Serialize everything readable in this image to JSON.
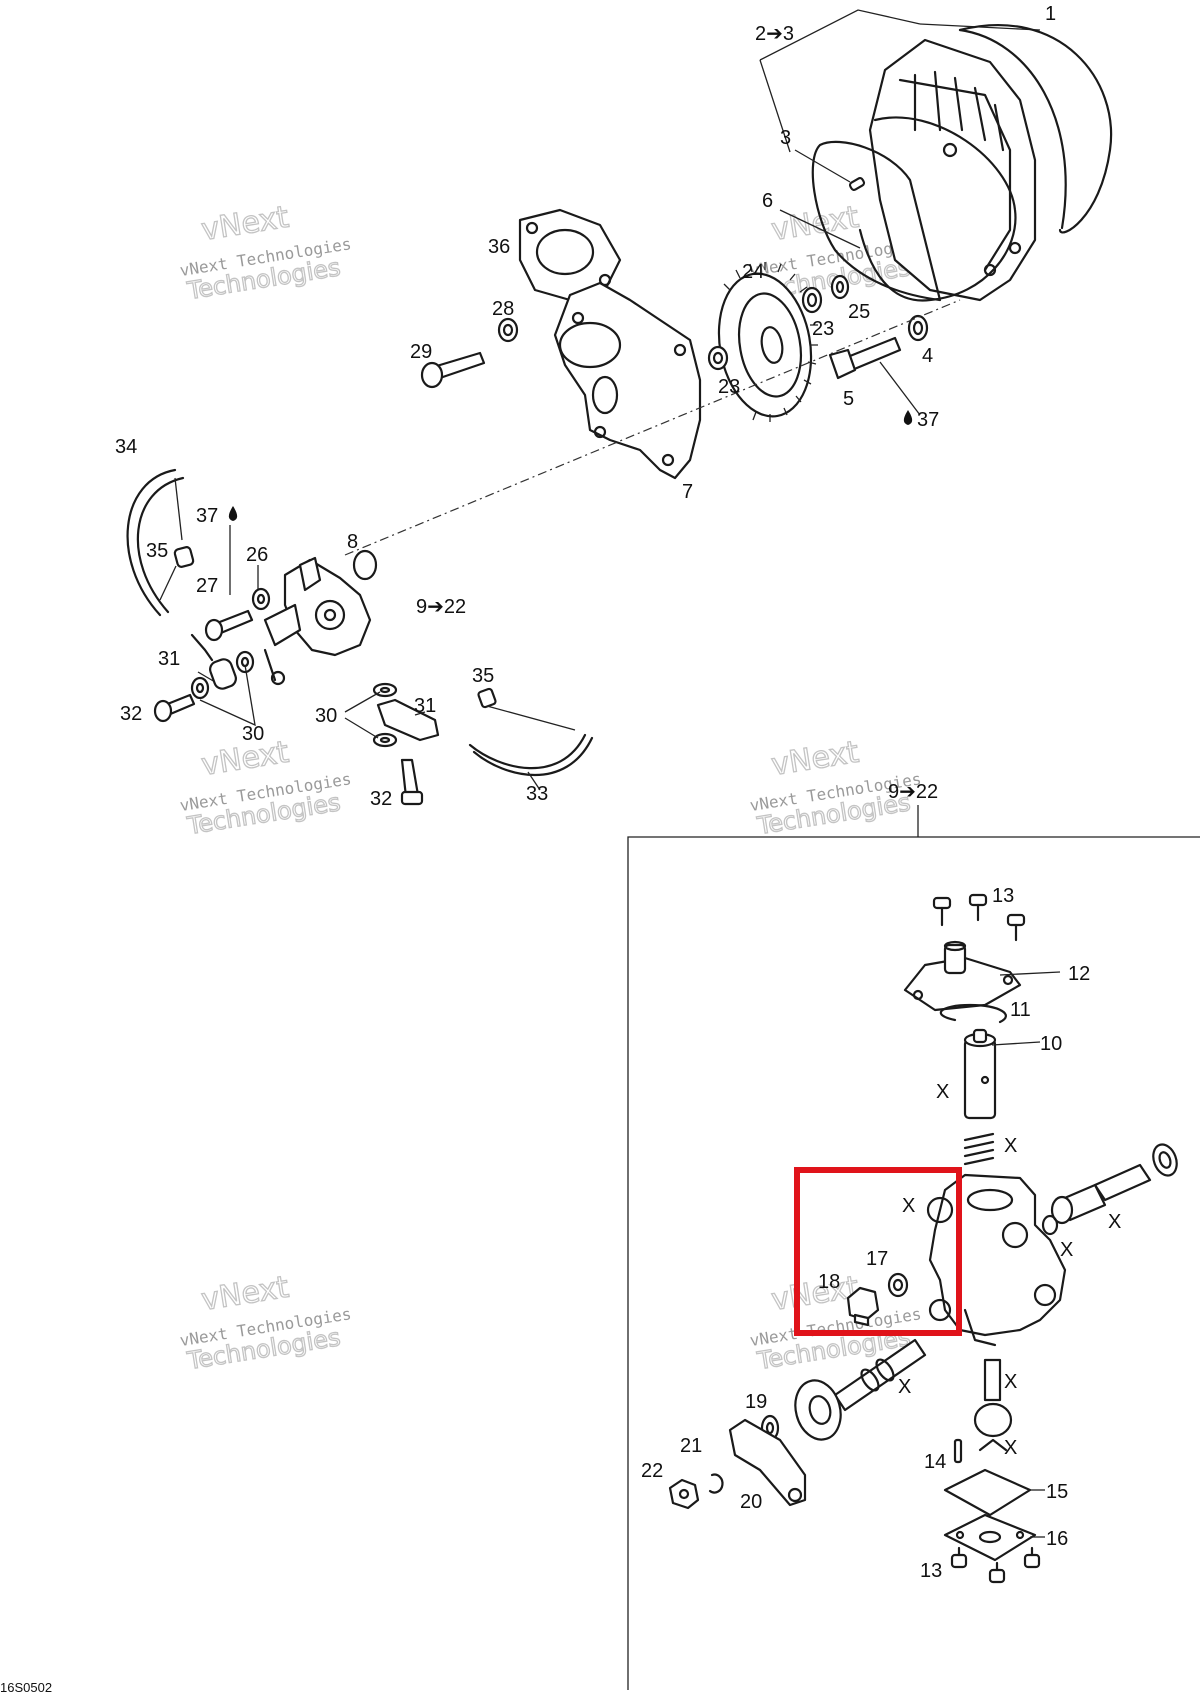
{
  "callouts": [
    {
      "id": "c1",
      "text": "1"
    },
    {
      "id": "c2",
      "text": "2➔3"
    },
    {
      "id": "c3",
      "text": "3"
    },
    {
      "id": "c6",
      "text": "6"
    },
    {
      "id": "c36",
      "text": "36"
    },
    {
      "id": "c24",
      "text": "24"
    },
    {
      "id": "c23a",
      "text": "23"
    },
    {
      "id": "c25",
      "text": "25"
    },
    {
      "id": "c28",
      "text": "28"
    },
    {
      "id": "c29",
      "text": "29"
    },
    {
      "id": "c23b",
      "text": "23"
    },
    {
      "id": "c4",
      "text": "4"
    },
    {
      "id": "c5",
      "text": "5"
    },
    {
      "id": "c37a",
      "text": "37"
    },
    {
      "id": "c34",
      "text": "34"
    },
    {
      "id": "c7",
      "text": "7"
    },
    {
      "id": "c37b",
      "text": "37"
    },
    {
      "id": "c8",
      "text": "8"
    },
    {
      "id": "c35a",
      "text": "35"
    },
    {
      "id": "c26",
      "text": "26"
    },
    {
      "id": "c27",
      "text": "27"
    },
    {
      "id": "c9a",
      "text": "9➔22"
    },
    {
      "id": "c31a",
      "text": "31"
    },
    {
      "id": "c32a",
      "text": "32"
    },
    {
      "id": "c30a",
      "text": "30"
    },
    {
      "id": "c35b",
      "text": "35"
    },
    {
      "id": "c30b",
      "text": "30"
    },
    {
      "id": "c31b",
      "text": "31"
    },
    {
      "id": "c33",
      "text": "33"
    },
    {
      "id": "c32b",
      "text": "32"
    },
    {
      "id": "c9b",
      "text": "9➔22"
    },
    {
      "id": "c13a",
      "text": "13"
    },
    {
      "id": "c12",
      "text": "12"
    },
    {
      "id": "c11",
      "text": "11"
    },
    {
      "id": "c10",
      "text": "10"
    },
    {
      "id": "cx1",
      "text": "X"
    },
    {
      "id": "cx2",
      "text": "X"
    },
    {
      "id": "cx3",
      "text": "X"
    },
    {
      "id": "cx4",
      "text": "X"
    },
    {
      "id": "cx5",
      "text": "X"
    },
    {
      "id": "c17",
      "text": "17"
    },
    {
      "id": "c18",
      "text": "18"
    },
    {
      "id": "cx6",
      "text": "X"
    },
    {
      "id": "cx7",
      "text": "X"
    },
    {
      "id": "cx8",
      "text": "X"
    },
    {
      "id": "c19",
      "text": "19"
    },
    {
      "id": "c21",
      "text": "21"
    },
    {
      "id": "c22",
      "text": "22"
    },
    {
      "id": "c20",
      "text": "20"
    },
    {
      "id": "c14",
      "text": "14"
    },
    {
      "id": "c15",
      "text": "15"
    },
    {
      "id": "c16",
      "text": "16"
    },
    {
      "id": "c13b",
      "text": "13"
    }
  ],
  "watermark": {
    "line1": "vNext",
    "line2": "vNext Technologies",
    "line3": "Technologies"
  },
  "drawing_code": "16S0502",
  "highlight_color": "#e0131a",
  "ink_color": "#1a1a1a"
}
